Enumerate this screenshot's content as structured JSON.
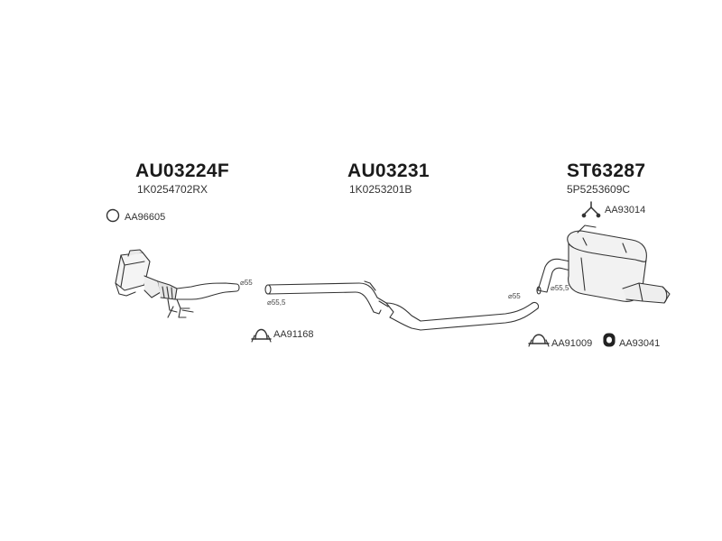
{
  "parts": [
    {
      "code": "AU03224F",
      "ref": "1K0254702RX"
    },
    {
      "code": "AU03231",
      "ref": "1K0253201B"
    },
    {
      "code": "ST63287",
      "ref": "5P5253609C"
    }
  ],
  "accessories": {
    "ring": "AA96605",
    "clamp_left": "AA91168",
    "hanger_top": "AA93014",
    "clamp_right": "AA91009",
    "rubber_mount": "AA93041"
  },
  "diameters": {
    "d1": "⌀55",
    "d2": "⌀55,5",
    "d3": "⌀55",
    "d4": "⌀55,5"
  }
}
